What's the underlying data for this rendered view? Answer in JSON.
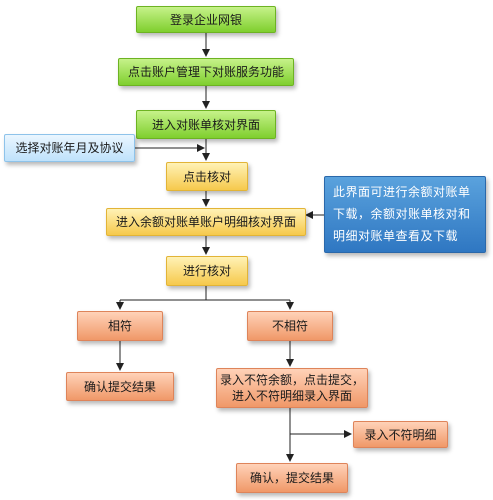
{
  "steps": {
    "login": "登录企业网银",
    "click_account": "点击账户管理下对账服务功能",
    "enter_recon": "进入对账单核对界面",
    "select_month": "选择对账年月及协议",
    "click_check": "点击核对",
    "enter_balance": "进入余额对账单账户明细核对界面",
    "proceed_check": "进行核对",
    "match": "相符",
    "mismatch": "不相符",
    "confirm_submit_1": "确认提交结果",
    "enter_mismatch_line1": "录入不符余额，点击提交，",
    "enter_mismatch_line2": "进入不符明细录入界面",
    "enter_detail": "录入不符明细",
    "confirm_submit_2": "确认，提交结果"
  },
  "note": {
    "line1": "此界面可进行余额对账单",
    "line2": "下载，余额对账单核对和",
    "line3": "明细对账单查看及下载"
  },
  "colors": {
    "green": "#7fcf2e",
    "yellow": "#f6c94c",
    "peach": "#f09868",
    "blue": "#2f77c2",
    "light_blue": "#bfe2fb",
    "connector": "#222222"
  }
}
